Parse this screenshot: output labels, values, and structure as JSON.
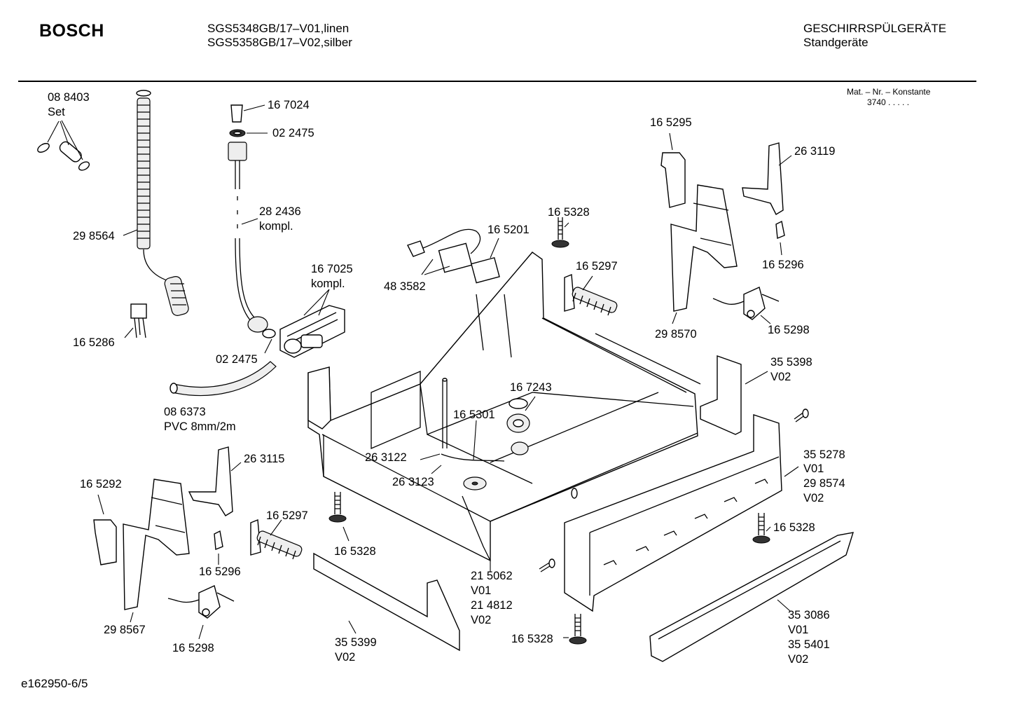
{
  "header": {
    "brand": "BOSCH",
    "models": [
      "SGS5348GB/17–V01,linen",
      "SGS5358GB/17–V02,silber"
    ],
    "category": "GESCHIRRSPÜLGERÄTE",
    "subcategory": "Standgeräte",
    "mat_title": "Mat. – Nr. – Konstante",
    "mat_value": "3740   .   .   .   .   ."
  },
  "labels": {
    "l088403": "08 8403",
    "lSet": "Set",
    "l298564": "29 8564",
    "l165286": "16 5286",
    "l167024": "16 7024",
    "l022475a": "02 2475",
    "l282436": "28 2436",
    "lkompl1": "kompl.",
    "l167025": "16 7025",
    "lkompl2": "kompl.",
    "l022475b": "02 2475",
    "l086373": "08 6373",
    "lpvc": "PVC 8mm/2m",
    "l165201": "16 5201",
    "l483582": "48 3582",
    "l165328a": "16 5328",
    "l165297a": "16 5297",
    "l165295": "16 5295",
    "l263119": "26 3119",
    "l165296a": "16 5296",
    "l165298a": "16 5298",
    "l298570": "29 8570",
    "l355398": "35 5398",
    "lV02a": "V02",
    "l167243": "16 7243",
    "l165301": "16 5301",
    "l263122": "26 3122",
    "l263123": "26 3123",
    "l355278": "35 5278",
    "lV01a": "V01",
    "l298574": "29 8574",
    "lV02b": "V02",
    "l263115": "26 3115",
    "l165292": "16 5292",
    "l165297b": "16 5297",
    "l165296b": "16 5296",
    "l298567": "29 8567",
    "l165298b": "16 5298",
    "l165328b": "16 5328",
    "l165328c": "16 5328",
    "l215062": "21 5062",
    "lV01b": "V01",
    "l214812": "21 4812",
    "lV02c": "V02",
    "l165328d": "16 5328",
    "l355399": "35 5399",
    "lV02d": "V02",
    "l353086": "35 3086",
    "lV01c": "V01",
    "l355401": "35 5401",
    "lV02e": "V02"
  },
  "footer": {
    "code": "e162950-6/5"
  }
}
